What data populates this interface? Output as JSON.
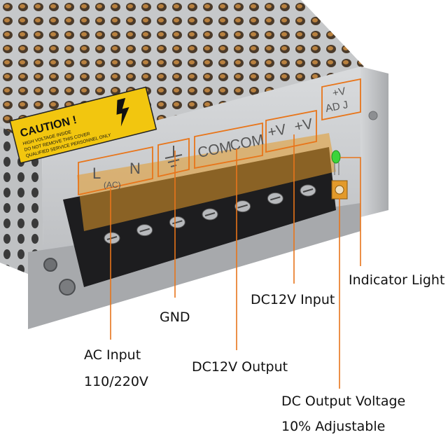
{
  "colors": {
    "leader": "#e8751a",
    "metal": "#c3c5c7",
    "warning_yellow": "#f2c60f",
    "terminal_black": "#1d1d1f",
    "cover_amber": "#e39a2a",
    "led_green": "#3bd43b"
  },
  "device": {
    "caution": {
      "title": "CAUTION !",
      "line1": "HIGH VOLTAGE INSIDE",
      "line2": "DO NOT REMOVE THIS COVER",
      "line3": "QUALIFIED SERVICE PERSONNEL ONLY"
    },
    "terminal_marks": {
      "l": "L",
      "n": "N",
      "ac": "(AC)",
      "com1": "COM",
      "com2": "COM",
      "v1": "+V",
      "v2": "+V",
      "adj_v": "+V",
      "adj": "AD J"
    }
  },
  "callouts": {
    "indicator_light": "Indicator Light",
    "dc_input": "DC12V Input",
    "gnd": "GND",
    "ac_input_line1": "AC Input",
    "ac_input_line2": "110/220V",
    "dc_output": "DC12V Output",
    "dc_voltage_line1": "DC Output Voltage",
    "dc_voltage_line2": "10% Adjustable"
  }
}
